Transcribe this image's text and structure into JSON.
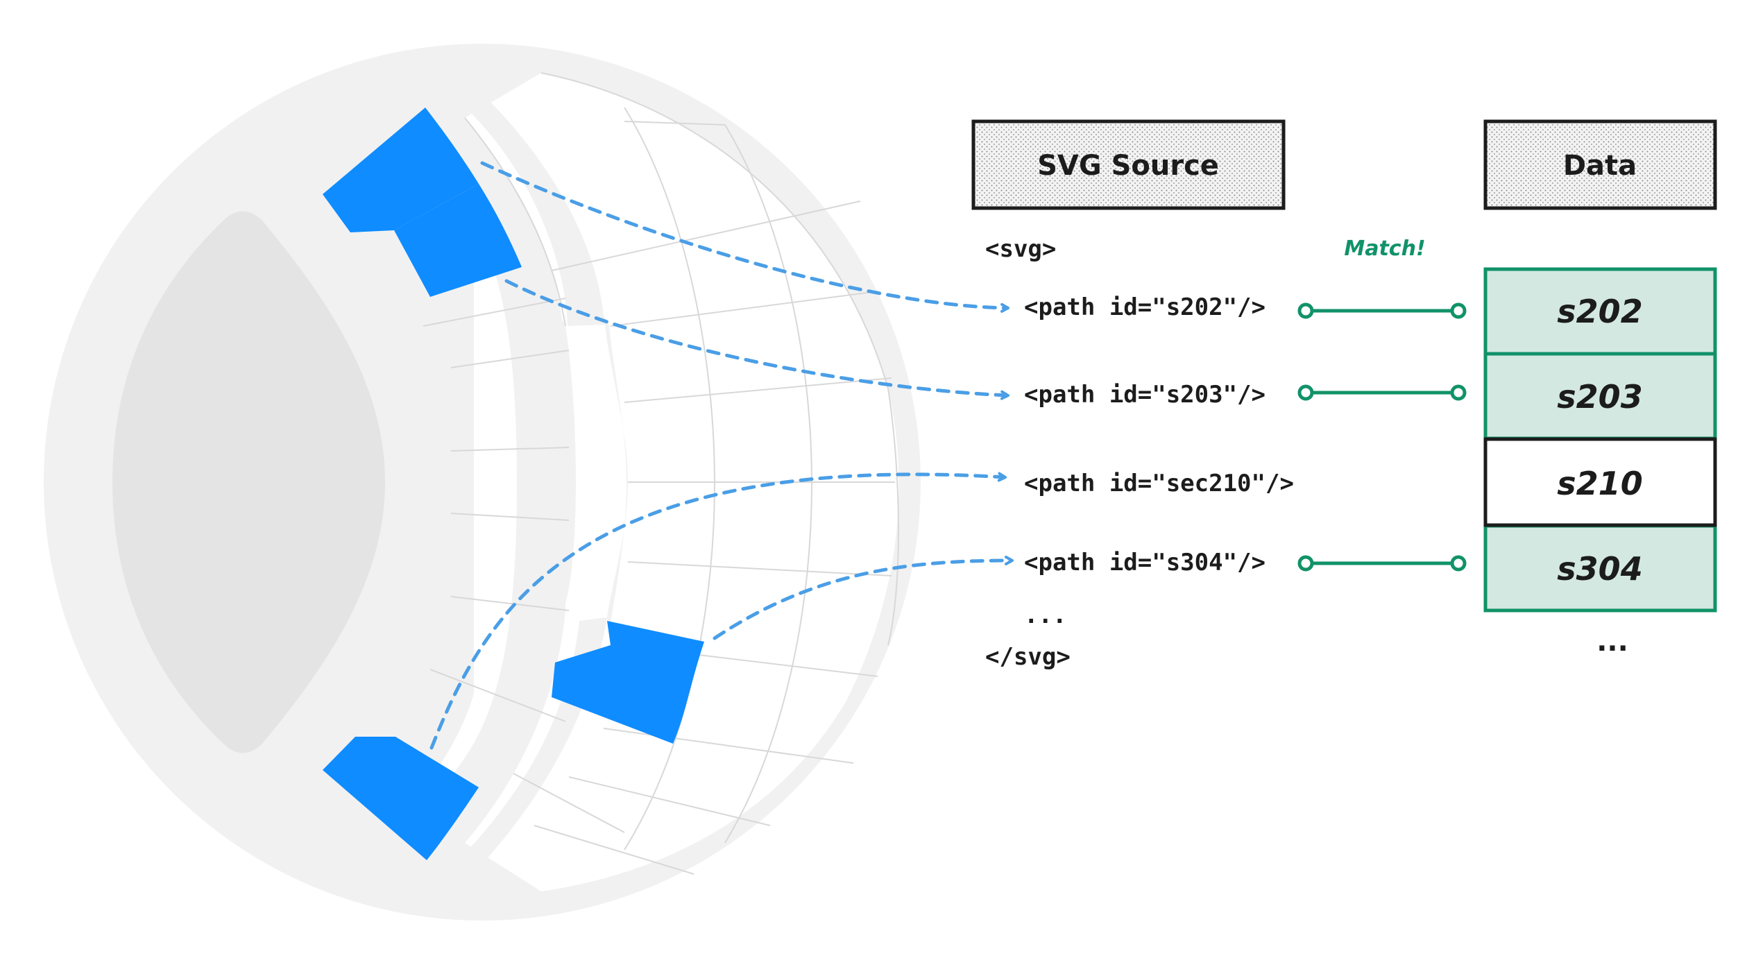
{
  "colors": {
    "highlight": "#0f8cff",
    "arrow": "#4a9ee6",
    "match": "#119268",
    "match_fill": "#d3e8e1",
    "stroke_dark": "#1c1c1c",
    "bowl": "#f1f1f1",
    "field": "#e4e4e4",
    "seat_line": "#d8d8d8"
  },
  "headers": {
    "svg_source": "SVG Source",
    "data": "Data"
  },
  "code": {
    "open": "<svg>",
    "lines": [
      "<path id=\"s202\"/>",
      "<path id=\"s203\"/>",
      "<path id=\"sec210\"/>",
      "<path id=\"s304\"/>"
    ],
    "ellipsis": "...",
    "close": "</svg>"
  },
  "match_label": "Match!",
  "data_rows": [
    {
      "label": "s202",
      "matched": true
    },
    {
      "label": "s203",
      "matched": true
    },
    {
      "label": "s210",
      "matched": false
    },
    {
      "label": "s304",
      "matched": true
    }
  ],
  "data_ellipsis": "..."
}
